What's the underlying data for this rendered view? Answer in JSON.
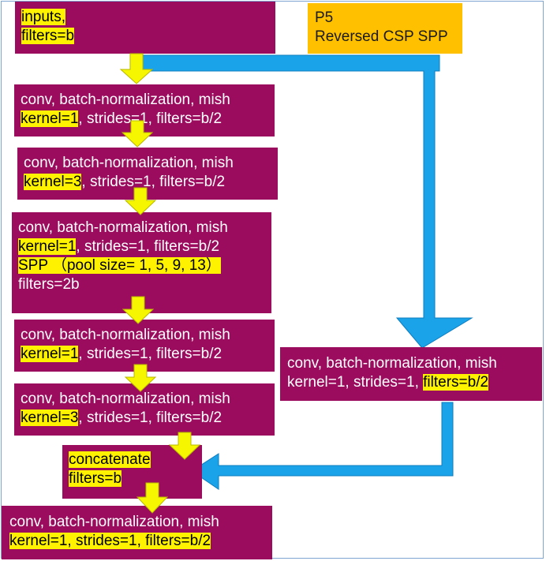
{
  "label": {
    "title": "P5",
    "subtitle": "Reversed CSP SPP"
  },
  "blocks": {
    "inputs": {
      "text1": "inputs,",
      "text2": "filters=b"
    },
    "conv1": {
      "line1": "conv, batch-normalization, mish",
      "kernel": "kernel=1",
      "rest": ", strides=1, filters=b/2"
    },
    "conv2": {
      "line1": "conv, batch-normalization, mish",
      "kernel": "kernel=3",
      "rest": ", strides=1, filters=b/2"
    },
    "conv3": {
      "line1": "conv, batch-normalization, mish",
      "kernel": "kernel=1",
      "rest": ", strides=1, filters=b/2",
      "spp": "SPP （pool size= 1, 5, 9, 13）",
      "filters": "filters=2b"
    },
    "conv4": {
      "line1": "conv, batch-normalization, mish",
      "kernel": "kernel=1",
      "rest": ", strides=1, filters=b/2"
    },
    "conv5": {
      "line1": "conv, batch-normalization, mish",
      "kernel": "kernel=3",
      "rest": ", strides=1, filters=b/2"
    },
    "side": {
      "line1": "conv, batch-normalization, mish",
      "rest": "kernel=1, strides=1, ",
      "filters": "filters=b/2"
    },
    "concat": {
      "text1": "concatenate",
      "text2": "filters=b"
    },
    "final": {
      "line1": "conv, batch-normalization, mish",
      "line2": "kernel=1, strides=1, filters=b/2"
    }
  },
  "colors": {
    "block": "#9b0c5e",
    "highlight": "#fff200",
    "label_bg": "#ffc000",
    "skip_arrow": "#1aa3e8",
    "down_arrow": "#f6f600"
  }
}
